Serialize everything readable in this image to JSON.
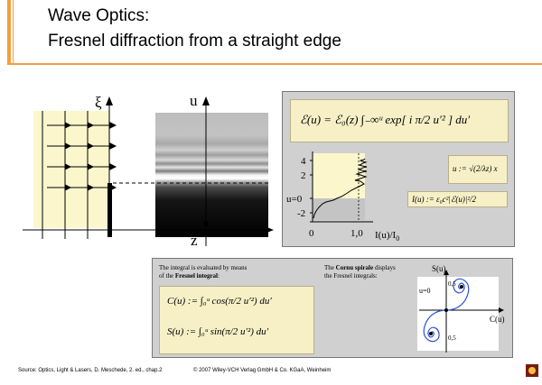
{
  "header": {
    "title_line1": "Wave Optics:",
    "title_line2": "Fresnel diffraction from a straight edge"
  },
  "diagram": {
    "label_xi": "ξ",
    "label_u": "u",
    "label_z": "z"
  },
  "formula_panel": {
    "main_equation": "ℰ(u) = ℰ₀(z) ∫₋∞ᵘ exp[ i π/2 u′² ] du′",
    "u_definition": "u := √(2/λz) x",
    "intensity_definition": "I(u) := ε₀c²|ℰ(u)|²/2",
    "plot": {
      "y_ticks": [
        "4",
        "2",
        "u=0",
        "-2"
      ],
      "x_ticks": [
        "0",
        "1,0"
      ],
      "x_label": "I(u)/I",
      "x_label_sub": "0"
    }
  },
  "cornu_panel": {
    "integral_note_line1": "The integral is evaluated by means",
    "integral_note_line2_prefix": "of the ",
    "integral_note_line2_bold": "Fresnel integral",
    "integral_note_line2_suffix": ":",
    "cornu_note_line1_prefix": "The ",
    "cornu_note_line1_bold": "Cornu spirale",
    "cornu_note_line1_suffix": " displays",
    "cornu_note_line2": "the Fresnel integrals:",
    "c_equation": "C(u) := ∫₀ᵘ cos(π/2 u′²) du′",
    "s_equation": "S(u) := ∫₀ᵘ sin(π/2 u′²) du′",
    "axis_su": "S(u)",
    "axis_cu": "C(u)",
    "label_u0": "u=0",
    "tick_pos": "0,5",
    "tick_neg": "0,5"
  },
  "footer": {
    "source": "Source: Optics, Light & Lasers, D. Meschede, 2. ed., chap.2",
    "copyright": "© 2007 Wiley-VCH Verlag GmbH & Co. KGaA, Weinheim"
  },
  "colors": {
    "accent": "#f0a040",
    "panel_gray": "#d0d0d0",
    "formula_bg": "#f7f0c6",
    "wave_region": "#fcf6cc",
    "spiral_blue": "#2a4fd8"
  }
}
